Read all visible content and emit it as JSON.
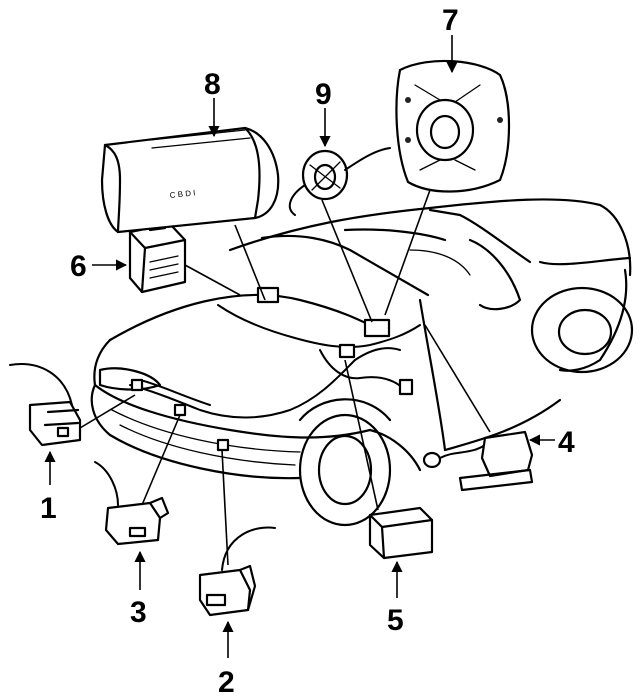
{
  "callouts": [
    {
      "id": "1",
      "label": "1"
    },
    {
      "id": "2",
      "label": "2"
    },
    {
      "id": "3",
      "label": "3"
    },
    {
      "id": "4",
      "label": "4"
    },
    {
      "id": "5",
      "label": "5"
    },
    {
      "id": "6",
      "label": "6"
    },
    {
      "id": "7",
      "label": "7"
    },
    {
      "id": "8",
      "label": "8"
    },
    {
      "id": "9",
      "label": "9"
    }
  ],
  "module_lettering": "C B D I",
  "colors": {
    "ink": "#000000",
    "background": "#ffffff"
  }
}
